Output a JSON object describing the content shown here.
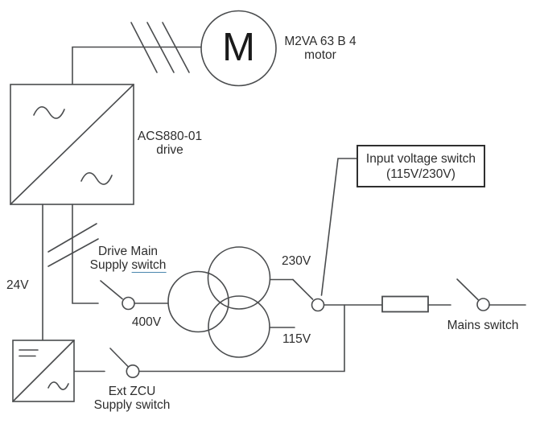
{
  "diagram": {
    "motor": {
      "symbol": "M",
      "name_line1": "M2VA 63 B 4",
      "name_line2": "motor"
    },
    "drive": {
      "name_line1": "ACS880-01",
      "name_line2": "drive"
    },
    "labels": {
      "dc_24v": "24V",
      "primary_400v": "400V",
      "secondary_230v": "230V",
      "secondary_115v": "115V"
    },
    "switches": {
      "drive_main": {
        "line1": "Drive Main",
        "line2_prefix": "Supply ",
        "line2_link": "switch"
      },
      "input_voltage": {
        "callout_line1": "Input voltage switch",
        "callout_line2": "(115V/230V)"
      },
      "ext_zcu": {
        "line1": "Ext ZCU",
        "line2": "Supply switch"
      },
      "mains": {
        "label": "Mains switch"
      }
    },
    "colors": {
      "line": "#4a4c4e",
      "text": "#2d2d2d",
      "link_underline": "#4a86ae",
      "callout_border": "#2f2f2f",
      "background": "#ffffff"
    }
  }
}
